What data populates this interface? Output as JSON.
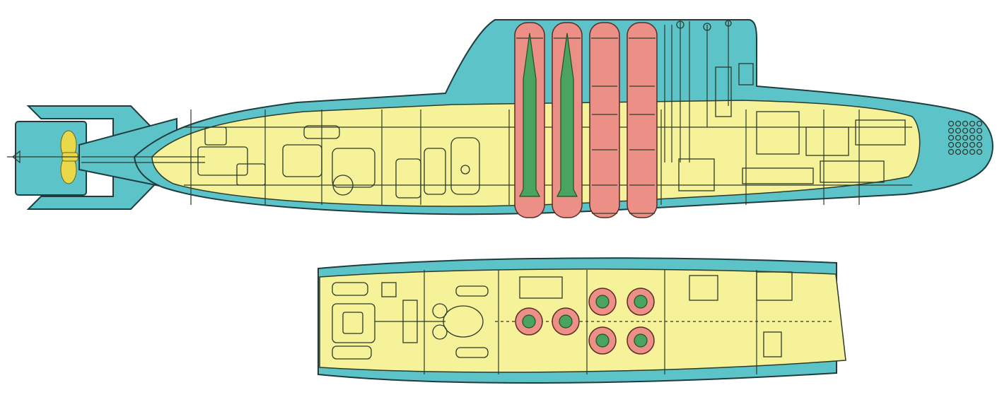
{
  "diagram": {
    "colors": {
      "hull": "#5cc4c8",
      "hull_stroke": "#1f3d3f",
      "interior": "#f6f29a",
      "missile_tube": "#ec8f86",
      "missile": "#4aa35e",
      "propeller": "#e8d84a",
      "line": "#2c3a2a"
    },
    "side_view": {
      "missile_tubes": [
        {
          "id": 1,
          "loaded": true
        },
        {
          "id": 2,
          "loaded": true
        },
        {
          "id": 3,
          "loaded": false
        },
        {
          "id": 4,
          "loaded": false
        }
      ]
    },
    "plan_view": {
      "tube_hatches": [
        {
          "id": 1,
          "row": "middle",
          "col": 1
        },
        {
          "id": 2,
          "row": "middle",
          "col": 2
        },
        {
          "id": 3,
          "row": "upper",
          "col": 3
        },
        {
          "id": 4,
          "row": "upper",
          "col": 4
        },
        {
          "id": 5,
          "row": "lower",
          "col": 3
        },
        {
          "id": 6,
          "row": "lower",
          "col": 4
        }
      ]
    }
  }
}
